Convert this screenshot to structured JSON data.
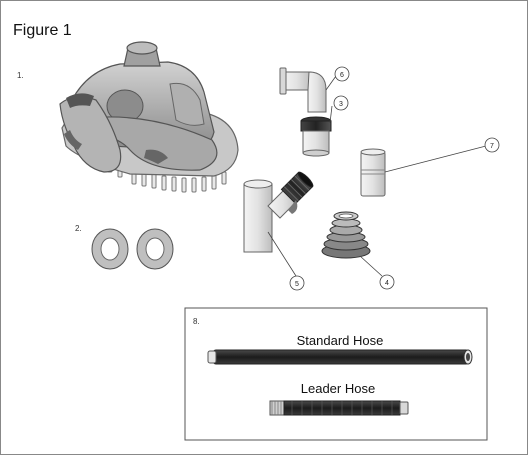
{
  "figure": {
    "title": "Figure 1"
  },
  "parts": {
    "p1": "1.",
    "p2": "2.",
    "p3": "3",
    "p4": "4",
    "p5": "5",
    "p6": "6",
    "p7": "7",
    "p8": "8."
  },
  "hoses": {
    "standard": "Standard Hose",
    "leader": "Leader Hose"
  }
}
